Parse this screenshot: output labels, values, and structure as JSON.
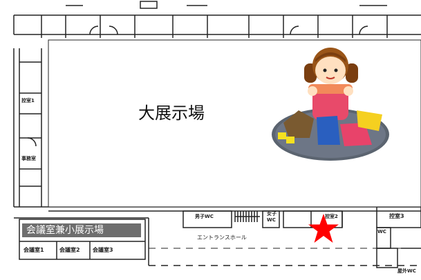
{
  "map": {
    "main_hall": "大展示場",
    "meeting_hall": "会議室兼小展示場",
    "meeting_rooms": [
      "会議室1",
      "会議室2",
      "会議室3"
    ],
    "entrance_hall": "エントランスホール",
    "mens_wc": "男子WC",
    "womens_wc_top": "女子",
    "womens_wc_bottom": "WC",
    "room_2": "控室2",
    "room_3": "控室3",
    "room_1": "控室1",
    "office": "事務室",
    "wc": "WC",
    "outdoor_wc": "屋外WC",
    "marker_color": "#ff0000",
    "marker_icon": "star-marker-icon",
    "illustration_icon": "girl-with-clothes-illustration"
  }
}
